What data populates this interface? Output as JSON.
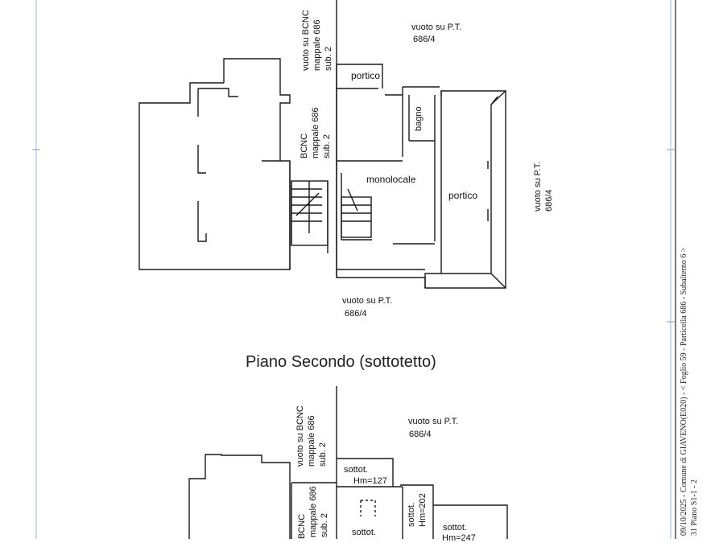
{
  "labels": {
    "vuoto_top": "vuoto su P.T.",
    "vuoto_top_num": "686/4",
    "bcnc_top_1": "vuoto su BCNC",
    "bcnc_top_2": "mappale 686",
    "bcnc_top_3": "sub. 2",
    "portico_top": "portico",
    "bagno": "bagno",
    "bcnc_mid_1": "BCNC",
    "bcnc_mid_2": "mappale 686",
    "bcnc_mid_3": "sub. 2",
    "monolocale": "monolocale",
    "portico_right": "portico",
    "vuoto_right": "vuoto su P.T.",
    "vuoto_right_num": "686/4",
    "vuoto_bottom": "vuoto su P.T.",
    "vuoto_bottom_num": "686/4",
    "floor_title": "Piano Secondo (sottotetto)",
    "vuoto_top2": "vuoto su P.T.",
    "vuoto_top2_num": "686/4",
    "bcnc_top2_1": "vuoto su BCNC",
    "bcnc_top2_2": "mappale 686",
    "bcnc_top2_3": "sub. 2",
    "sottot_1": "sottot.",
    "sottot_1_h": "Hm=127",
    "sottot_2": "sottot.",
    "sottot_2_h": "Hm=202",
    "sottot_3": "sottot.",
    "sottot_3_h": "Hm=247",
    "sottot_4": "sottot.",
    "bcnc_low_1": "BCNC",
    "bcnc_low_2": "mappale 686",
    "bcnc_low_3": "sub. 2"
  },
  "side_text": {
    "line1": "09/10/2025 - Comune di GIAVENO(E020) - < Foglio 59 - Particella 686 - Subalterno 6 >",
    "line2": "31 Piano S1-1 - 2"
  },
  "colors": {
    "line": "#1a1a1a",
    "border_blue": "#7a9fd6",
    "background": "#ffffff"
  }
}
